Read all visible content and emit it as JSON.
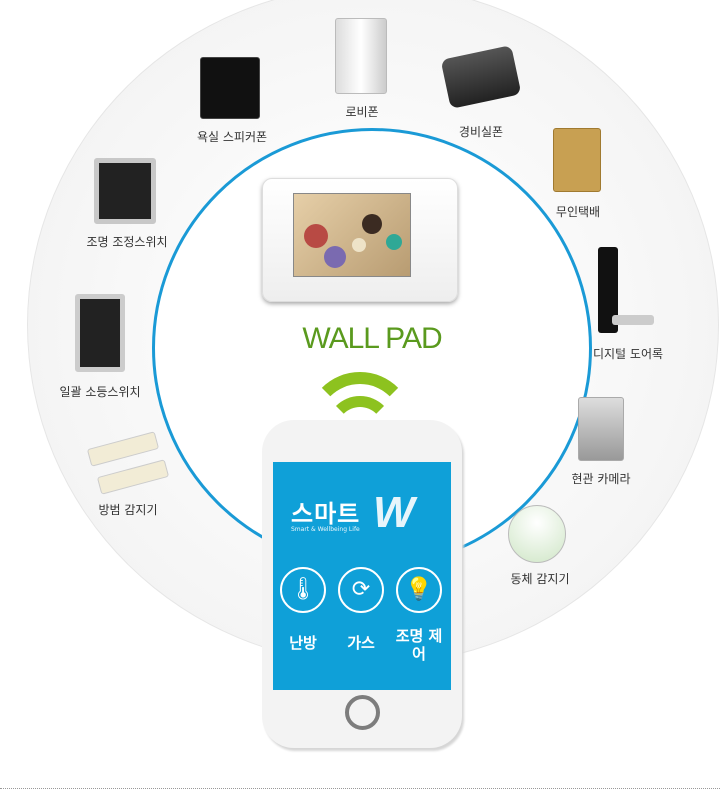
{
  "center": {
    "title": "WALL PAD"
  },
  "devices": [
    {
      "label": "로비폰"
    },
    {
      "label": "욕실 스피커폰"
    },
    {
      "label": "경비실폰"
    },
    {
      "label": "무인택배"
    },
    {
      "label": "조명 조정스위치"
    },
    {
      "label": "디지털 도어록"
    },
    {
      "label": "일괄 소등스위치"
    },
    {
      "label": "현관 카메라"
    },
    {
      "label": "방범 감지기"
    },
    {
      "label": "동체 감지기"
    }
  ],
  "phone": {
    "logo": "스마트",
    "logo_mark": "W",
    "tagline": "Smart & Wellbeing Life",
    "controls": [
      {
        "label": "난방",
        "icon": "thermometer-icon"
      },
      {
        "label": "가스",
        "icon": "refresh-icon"
      },
      {
        "label": "조명 제어",
        "icon": "bulb-icon"
      }
    ]
  },
  "colors": {
    "accent_blue": "#1a9ad6",
    "title_green": "#5a9a1e",
    "wifi_green": "#8dc21f",
    "screen_blue": "#0fa0d8"
  }
}
